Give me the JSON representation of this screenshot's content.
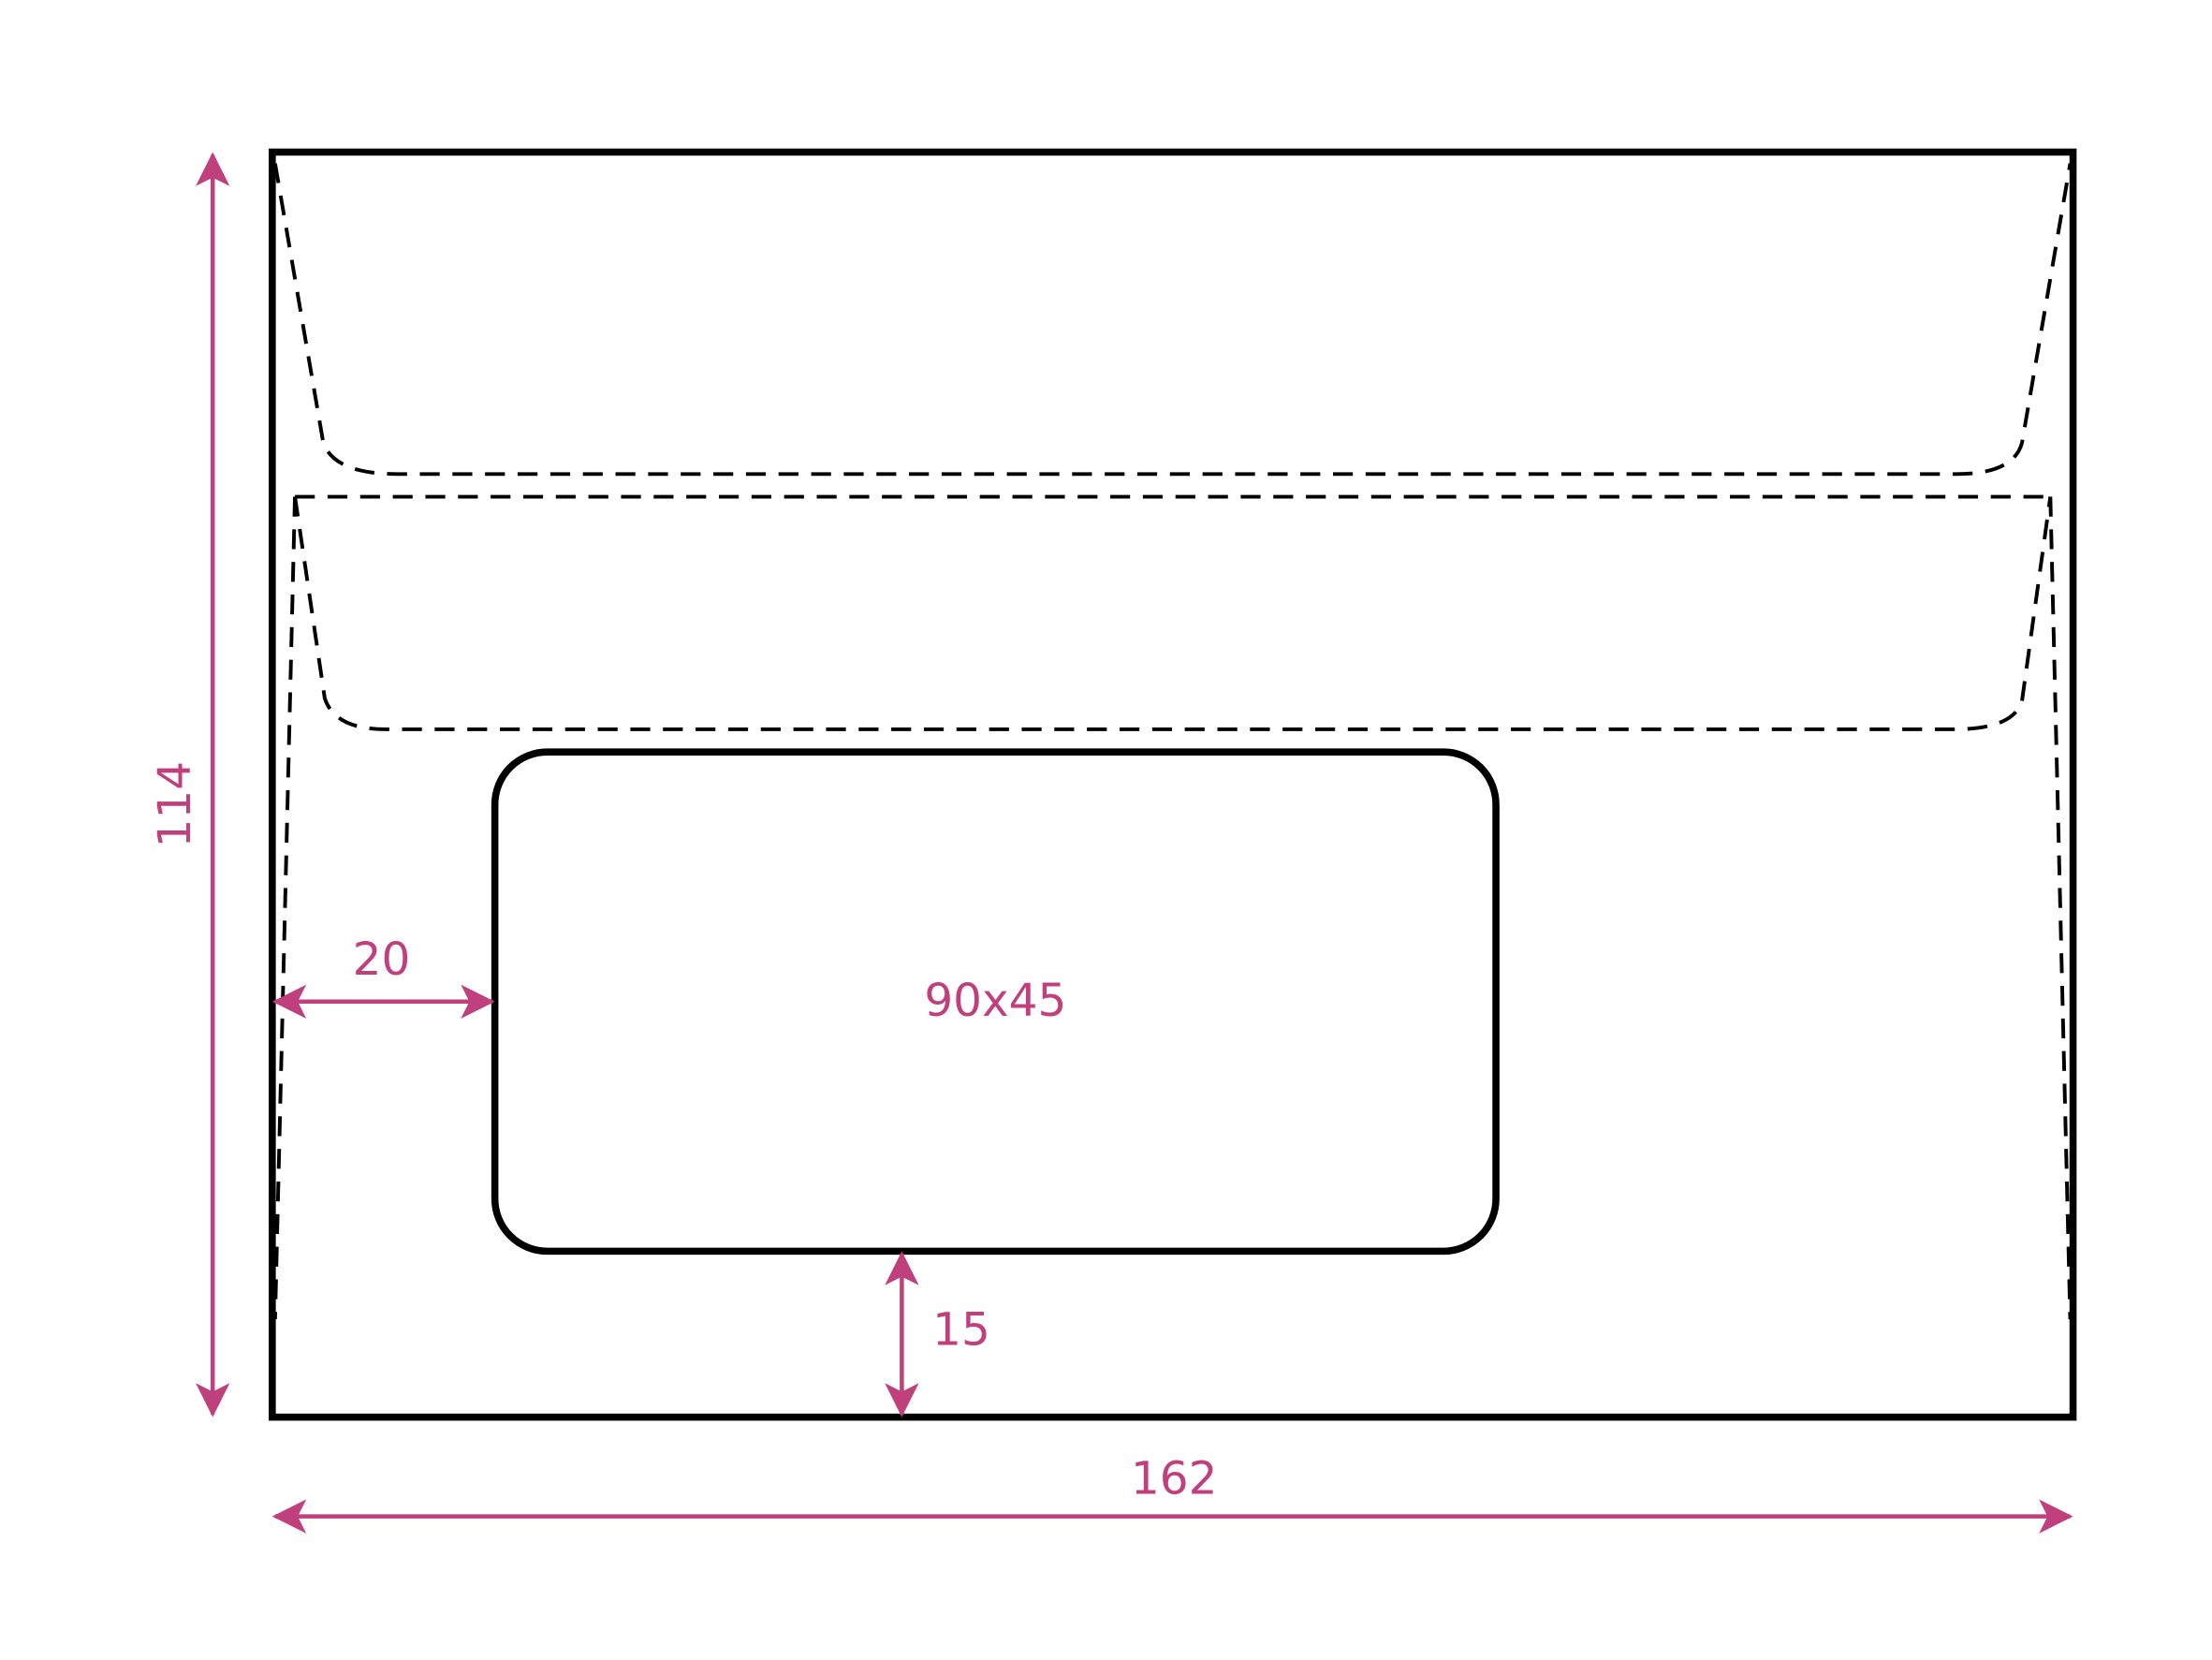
{
  "diagram": {
    "type": "envelope window dimension drawing",
    "accent_color": "#c0407e",
    "labels": {
      "height": "114",
      "width": "162",
      "window_left_offset": "20",
      "window_bottom_offset": "15",
      "window_size": "90x45"
    }
  }
}
